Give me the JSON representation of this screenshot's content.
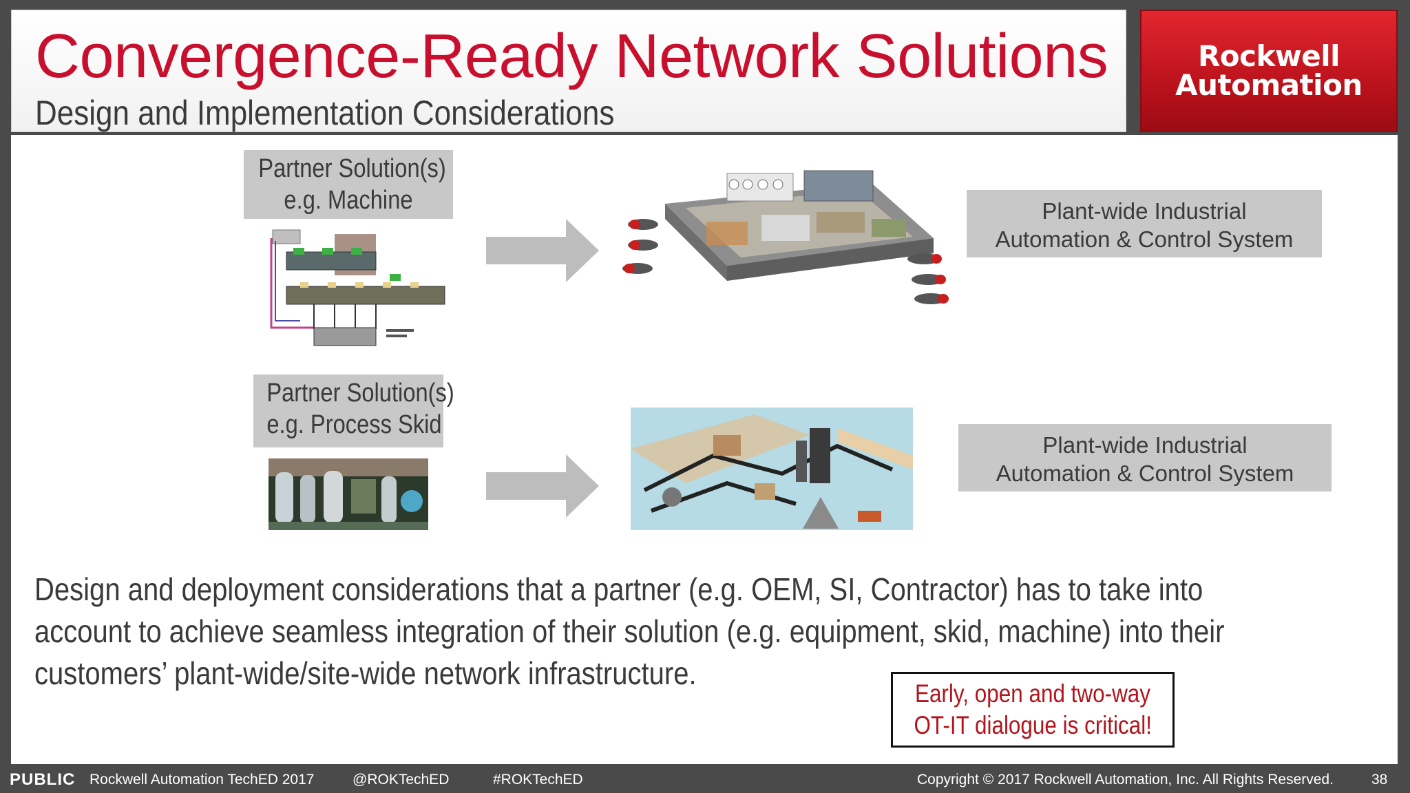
{
  "header": {
    "title": "Convergence-Ready Network Solutions",
    "subtitle": "Design and Implementation Considerations"
  },
  "logo": {
    "line1": "Rockwell",
    "line2": "Automation"
  },
  "diagram": {
    "row1": {
      "partner_line1": "Partner Solution(s)",
      "partner_line2": "e.g. Machine",
      "plant_line1": "Plant-wide Industrial",
      "plant_line2": "Automation & Control System"
    },
    "row2": {
      "partner_line1": "Partner Solution(s)",
      "partner_line2": "e.g. Process Skid",
      "plant_line1": "Plant-wide Industrial",
      "plant_line2": "Automation & Control System"
    }
  },
  "body": {
    "line1": "Design and deployment considerations that a partner (e.g. OEM, SI, Contractor) has to take into",
    "line2": "account to achieve seamless integration of their solution (e.g. equipment, skid, machine) into their",
    "line3": "customers’ plant-wide/site-wide network infrastructure."
  },
  "callout": {
    "line1": "Early, open and two-way",
    "line2": "OT-IT dialogue is critical!"
  },
  "footer": {
    "classification": "PUBLIC",
    "event": "Rockwell Automation TechED 2017",
    "twitter": "@ROKTechED",
    "hashtag": "#ROKTechED",
    "copyright": "Copyright © 2017 Rockwell Automation, Inc. All Rights Reserved.",
    "page_number": "38"
  },
  "colors": {
    "title_red": "#c8102e",
    "logo_red": "#c8151f",
    "callout_red": "#b3141c",
    "label_gray": "#c8c8c8",
    "frame_gray": "#4a4a4a"
  }
}
